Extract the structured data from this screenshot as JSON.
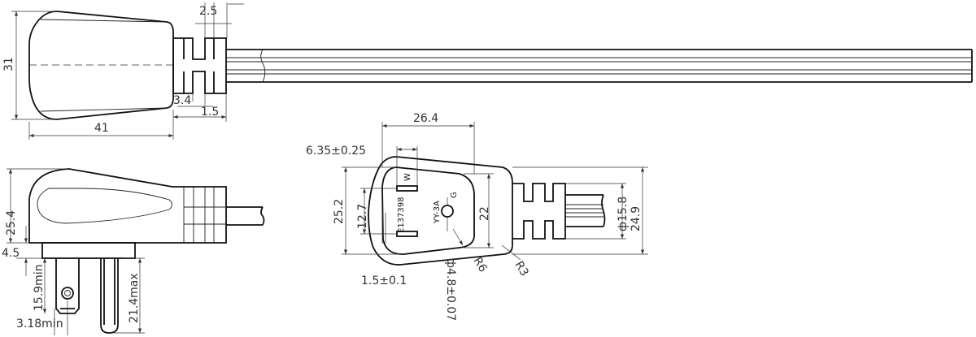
{
  "top_view": {
    "dim_height": "31",
    "dim_length": "41",
    "dim_slot_top": "2.5",
    "dim_rib": "3.4",
    "dim_rib2": "1.5"
  },
  "side_view": {
    "dim_height": "25.4",
    "dim_base": "4.5",
    "dim_ground_pin": "15.9min",
    "dim_pin_tip": "3.18min",
    "dim_pin_len": "21.4max"
  },
  "front_view": {
    "dim_width": "26.4",
    "dim_blade_width": "6.35±0.25",
    "dim_height": "25.2",
    "dim_blade_spacing": "12.7",
    "dim_inner": "22",
    "dim_blade_thick": "1.5±0.1",
    "dim_ground_dia": "ф4.8±0.07",
    "dim_r6": "R6",
    "dim_r3": "R3",
    "dim_cable_dia": "ф15.8",
    "dim_relief_height": "24.9",
    "marking_cert": "E137398",
    "marking_w": "W",
    "marking_g": "G",
    "marking_model": "YY-3A"
  }
}
